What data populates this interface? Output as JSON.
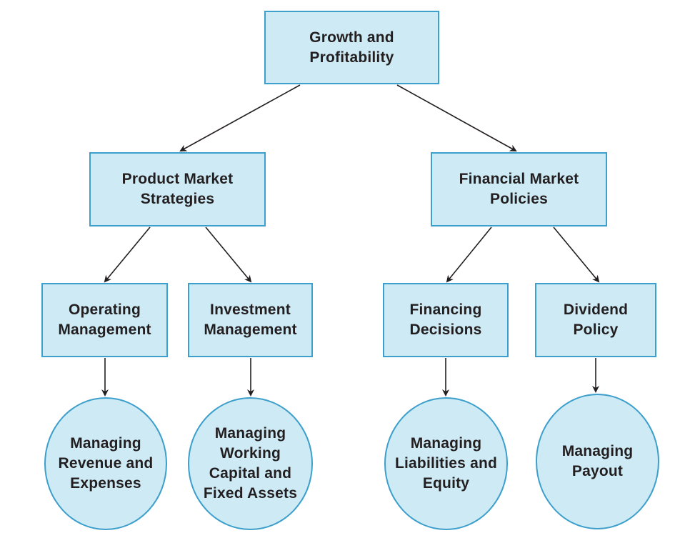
{
  "diagram": {
    "root": {
      "label": "Growth and\nProfitability"
    },
    "product_market": {
      "label": "Product Market\nStrategies"
    },
    "financial_market": {
      "label": "Financial Market\nPolicies"
    },
    "operating": {
      "label": "Operating\nManagement"
    },
    "investment": {
      "label": "Investment\nManagement"
    },
    "financing": {
      "label": "Financing\nDecisions"
    },
    "dividend": {
      "label": "Dividend\nPolicy"
    },
    "revenue_expenses": {
      "label": "Managing\nRevenue and\nExpenses"
    },
    "working_capital": {
      "label": "Managing\nWorking\nCapital and\nFixed Assets"
    },
    "liabilities_equity": {
      "label": "Managing\nLiabilities and\nEquity"
    },
    "payout": {
      "label": "Managing\nPayout"
    }
  },
  "colors": {
    "fill": "#cdeaf5",
    "border": "#3d9fcb",
    "text": "#231f20",
    "arrow": "#231f20"
  }
}
